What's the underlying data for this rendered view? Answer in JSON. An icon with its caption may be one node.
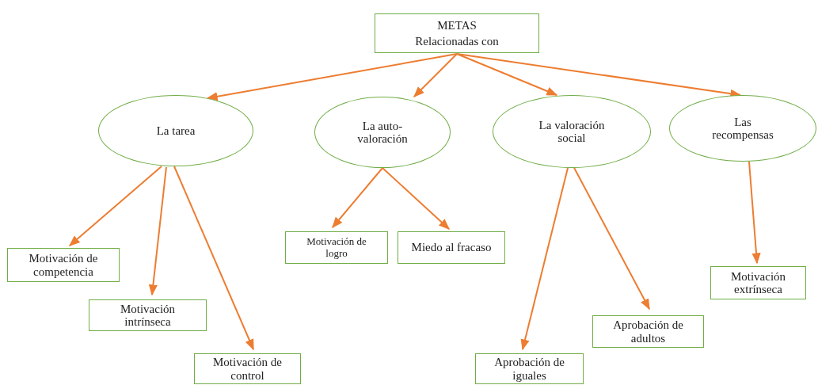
{
  "diagram": {
    "nodes": [
      {
        "text": [
          "METAS",
          "Relacionadas con"
        ]
      },
      {
        "text": [
          "La tarea"
        ]
      },
      {
        "text": [
          "La auto-valoración"
        ]
      },
      {
        "text": [
          "La valoración social"
        ]
      },
      {
        "text": [
          "Las recompensas"
        ]
      },
      {
        "text": [
          "Motivación de competencia"
        ]
      },
      {
        "text": [
          "Motivación intrínseca"
        ]
      },
      {
        "text": [
          "Motivación de control"
        ]
      },
      {
        "text": [
          "Motivación de logro"
        ]
      },
      {
        "text": [
          "Miedo al fracaso"
        ]
      },
      {
        "text": [
          "Aprobación de iguales"
        ]
      },
      {
        "text": [
          "Aprobación de adultos"
        ]
      },
      {
        "text": [
          "Motivación extrínseca"
        ]
      }
    ],
    "edges": [
      {
        "from": 0,
        "to": 1,
        "arrow": "to"
      },
      {
        "from": 0,
        "to": 2,
        "arrow": "to"
      },
      {
        "from": 0,
        "to": 3,
        "arrow": "to"
      },
      {
        "from": 0,
        "to": 4,
        "arrow": "to"
      },
      {
        "from": 1,
        "to": 5,
        "arrow": "to"
      },
      {
        "from": 1,
        "to": 6,
        "arrow": "to"
      },
      {
        "from": 1,
        "to": 7,
        "arrow": "to"
      },
      {
        "from": 2,
        "to": 8,
        "arrow": "to"
      },
      {
        "from": 2,
        "to": 9,
        "arrow": "to"
      },
      {
        "from": 3,
        "to": 10,
        "arrow": "to"
      },
      {
        "from": 3,
        "to": 11,
        "arrow": "to"
      },
      {
        "from": 4,
        "to": 12,
        "arrow": "to"
      }
    ]
  }
}
